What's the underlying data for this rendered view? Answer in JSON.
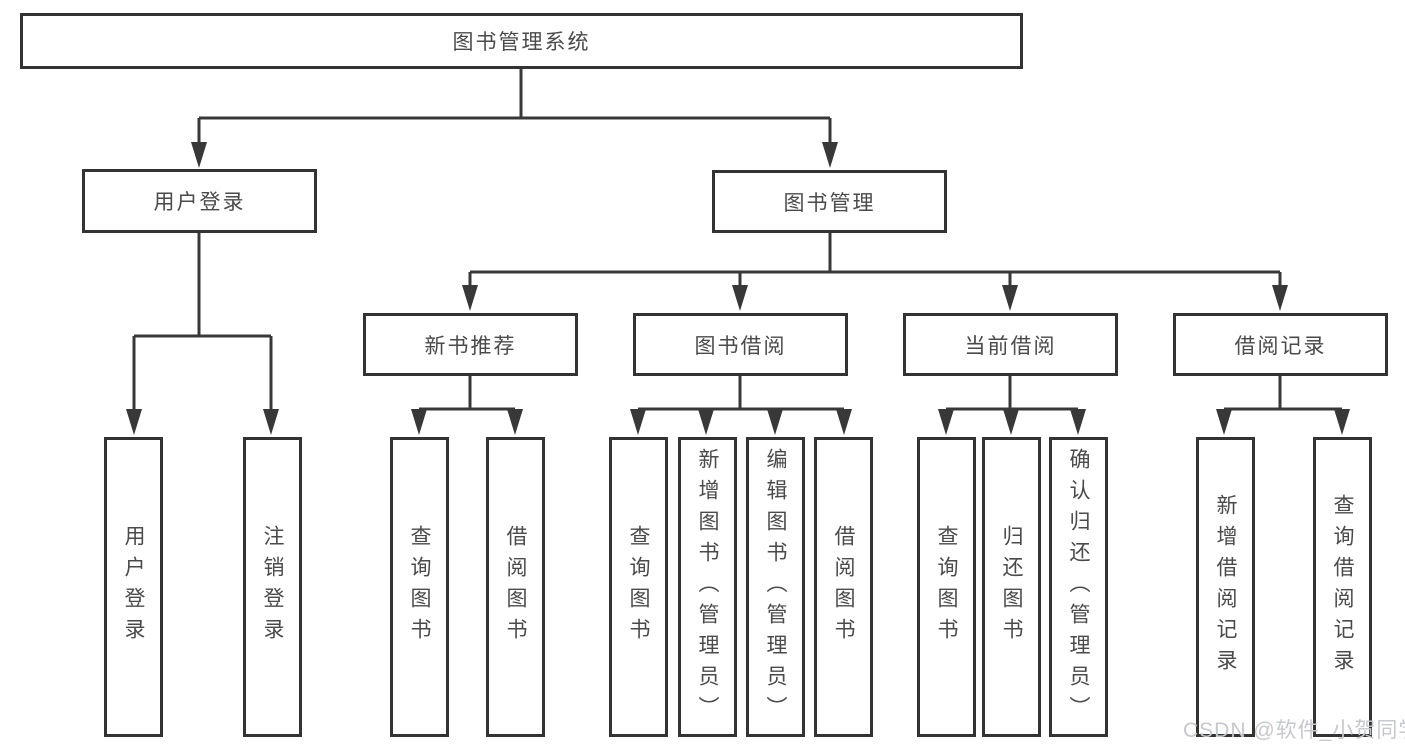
{
  "diagram": {
    "root": "图书管理系统",
    "level2": {
      "user_login": "用户登录",
      "book_mgmt": "图书管理"
    },
    "level3": {
      "new_books": "新书推荐",
      "book_borrow": "图书借阅",
      "current_borrow": "当前借阅",
      "borrow_records": "借阅记录"
    },
    "leaves": {
      "user_login": [
        "用户登录",
        "注销登录"
      ],
      "new_books": [
        "查询图书",
        "借阅图书"
      ],
      "book_borrow": [
        "查询图书",
        "新增图书（管理员）",
        "编辑图书（管理员）",
        "借阅图书"
      ],
      "current_borrow": [
        "查询图书",
        "归还图书",
        "确认归还（管理员）"
      ],
      "borrow_records": [
        "新增借阅记录",
        "查询借阅记录"
      ]
    }
  },
  "watermark": {
    "text": "CSDN @软件_小贺同学"
  },
  "colors": {
    "line": "#383838",
    "border": "#333333",
    "text": "#4a4a4a",
    "watermark": "#c5c8ce",
    "background": "#ffffff"
  }
}
